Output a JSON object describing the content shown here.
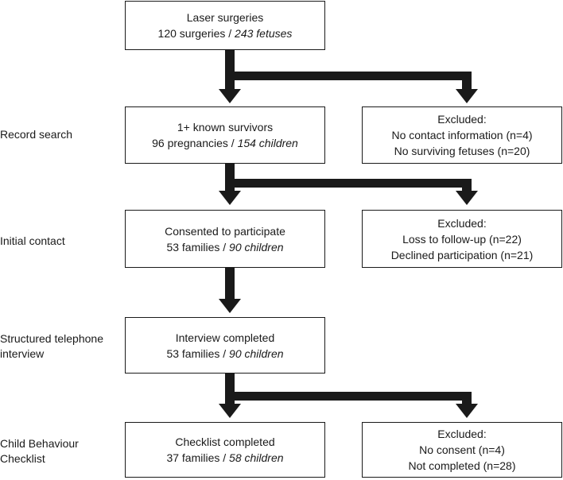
{
  "stages": {
    "record_search": "Record search",
    "initial_contact": "Initial contact",
    "telephone_line1": "Structured telephone",
    "telephone_line2": "interview",
    "cbcl_line1": "Child Behaviour",
    "cbcl_line2": "Checklist"
  },
  "boxes": {
    "surgeries": {
      "title": "Laser surgeries",
      "count": "120 surgeries",
      "sep": " / ",
      "italic": "243 fetuses"
    },
    "survivors": {
      "title": "1+ known survivors",
      "count": "96 pregnancies",
      "sep": " / ",
      "italic": "154 children"
    },
    "consented": {
      "title": "Consented to participate",
      "count": "53 families",
      "sep": " / ",
      "italic": "90 children"
    },
    "interview": {
      "title": "Interview completed",
      "count": "53 families",
      "sep": " / ",
      "italic": "90 children"
    },
    "checklist": {
      "title": "Checklist completed",
      "count": "37 families",
      "sep": " / ",
      "italic": "58 children"
    }
  },
  "excluded": {
    "first": {
      "title": "Excluded:",
      "line1": "No contact information (n=4)",
      "line2": "No surviving fetuses (n=20)"
    },
    "second": {
      "title": "Excluded:",
      "line1": "Loss to follow-up (n=22)",
      "line2": "Declined participation (n=21)"
    },
    "third": {
      "title": "Excluded:",
      "line1": "No consent (n=4)",
      "line2": "Not completed (n=28)"
    }
  },
  "colors": {
    "line": "#1a1a1a",
    "background": "#ffffff"
  }
}
